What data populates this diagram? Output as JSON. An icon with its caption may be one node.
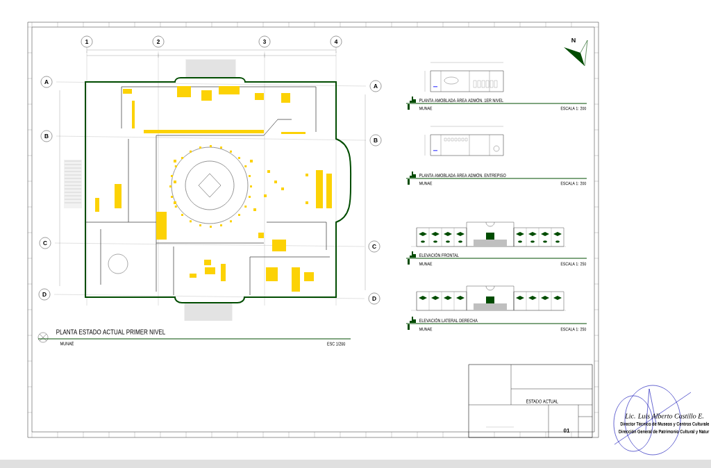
{
  "diagram": {
    "nodes": [
      {
        "text": [
          "1"
        ]
      },
      {
        "text": [
          "2"
        ]
      },
      {
        "text": [
          "3"
        ]
      },
      {
        "text": [
          "4"
        ]
      },
      {
        "text": [
          "A"
        ]
      },
      {
        "text": [
          "B"
        ]
      },
      {
        "text": [
          "C"
        ]
      },
      {
        "text": [
          "D"
        ]
      },
      {
        "text": [
          "A"
        ]
      },
      {
        "text": [
          "B"
        ]
      },
      {
        "text": [
          "C"
        ]
      },
      {
        "text": [
          "D"
        ]
      }
    ],
    "edges": [],
    "labels": [
      "N",
      "PLANTA AMOBLADA ÁREA ADMÓN. 1ER NIVEL",
      "MUNAE",
      "ESCALA 1: 200",
      "PLANTA AMOBLADA ÁREA ADMÓN. ENTREPISO",
      "MUNAE",
      "ESCALA 1: 200",
      "ELEVACIÓN FRONTAL",
      "MUNAE",
      "ESCALA 1: 250",
      "ELEVACIÓN LATERAL DERECHA",
      "MUNAE",
      "ESCALA 1: 250",
      "PLANTA ESTADO ACTUAL PRIMER NIVEL",
      "MUNAE",
      "ESC 1/200",
      "ESTADO ACTUAL",
      "01",
      "Lic. Luis Alberto Castillo E.",
      "Director Técnico de Museos y Centros Culturale",
      "Dirección General de Patrimonio Cultural y Natur"
    ]
  }
}
